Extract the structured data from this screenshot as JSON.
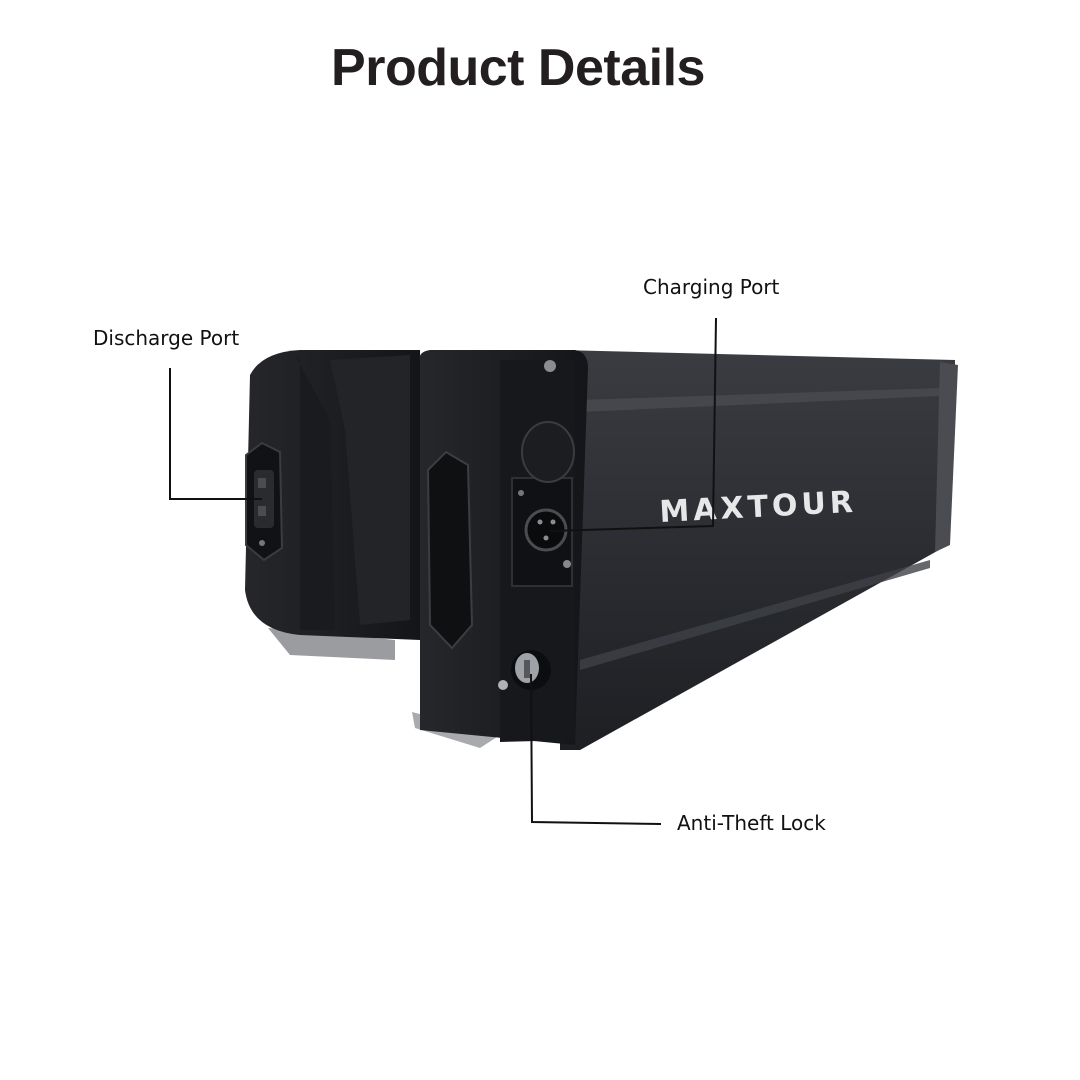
{
  "header": {
    "title": "Product Details"
  },
  "product": {
    "brand_logo_text": "MAXTOUR",
    "type": "e-bike rear rack battery"
  },
  "callouts": [
    {
      "label": "Discharge Port"
    },
    {
      "label": "Charging Port"
    },
    {
      "label": "Anti-Theft Lock"
    }
  ],
  "colors": {
    "background": "#ffffff",
    "title_text": "#231f20",
    "battery_body": "#2c2e33",
    "battery_cap": "#1b1c1f",
    "logo": "#e6e7e9",
    "leader_line": "#111111"
  }
}
